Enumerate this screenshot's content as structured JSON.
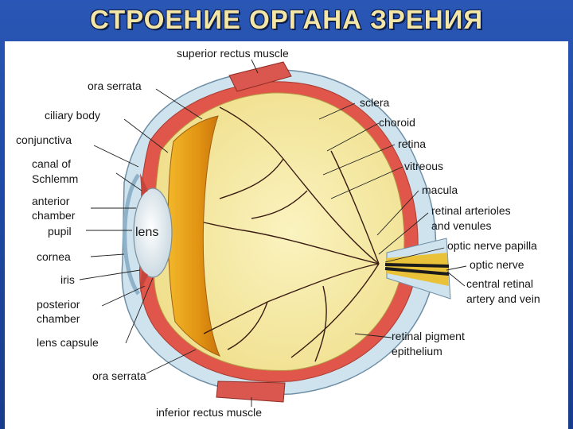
{
  "slide": {
    "title": "СТРОЕНИЕ ОРГАНА ЗРЕНИЯ"
  },
  "diagram": {
    "center_label": "lens",
    "labels": {
      "superior_rectus_muscle": "superior rectus muscle",
      "ora_serrata_top": "ora serrata",
      "ciliary_body": "ciliary body",
      "conjunctiva": "conjunctiva",
      "canal_of_schlemm_1": "canal of",
      "canal_of_schlemm_2": "Schlemm",
      "anterior_chamber_1": "anterior",
      "anterior_chamber_2": "chamber",
      "pupil": "pupil",
      "cornea": "cornea",
      "iris": "iris",
      "posterior_chamber_1": "posterior",
      "posterior_chamber_2": "chamber",
      "lens_capsule": "lens capsule",
      "ora_serrata_bottom": "ora serrata",
      "inferior_rectus_muscle": "inferior rectus muscle",
      "sclera": "sclera",
      "choroid": "choroid",
      "retina": "retina",
      "vitreous": "vitreous",
      "macula": "macula",
      "retinal_arterioles_1": "retinal arterioles",
      "retinal_arterioles_2": "and venules",
      "optic_nerve_papilla": "optic nerve papilla",
      "optic_nerve": "optic nerve",
      "central_retinal_1": "central retinal",
      "central_retinal_2": "artery and vein",
      "retinal_pigment_1": "retinal pigment",
      "retinal_pigment_2": "epithelium"
    }
  },
  "colors": {
    "background": "#1f4aa6",
    "title": "#f4e6a6",
    "sclera": "#cfe3ef",
    "choroid": "#e0564a",
    "vitreous": "#f3e9a4",
    "ciliary": "#e7a21a",
    "muscle": "#d9574e",
    "lens": "#e4edf2",
    "vessel": "#3b1d12"
  }
}
